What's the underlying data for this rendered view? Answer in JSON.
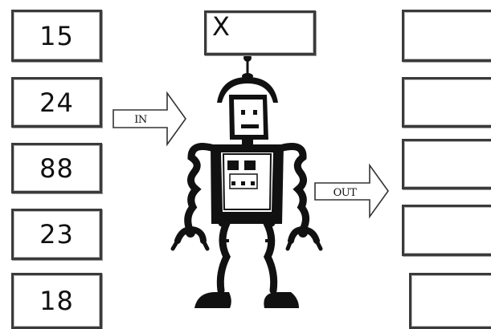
{
  "inputs": [
    "15",
    "24",
    "88",
    "23",
    "18"
  ],
  "function_box": {
    "text": "X"
  },
  "labels": {
    "in": "IN",
    "out": "OUT"
  },
  "outputs": [
    "",
    "",
    "",
    "",
    ""
  ]
}
